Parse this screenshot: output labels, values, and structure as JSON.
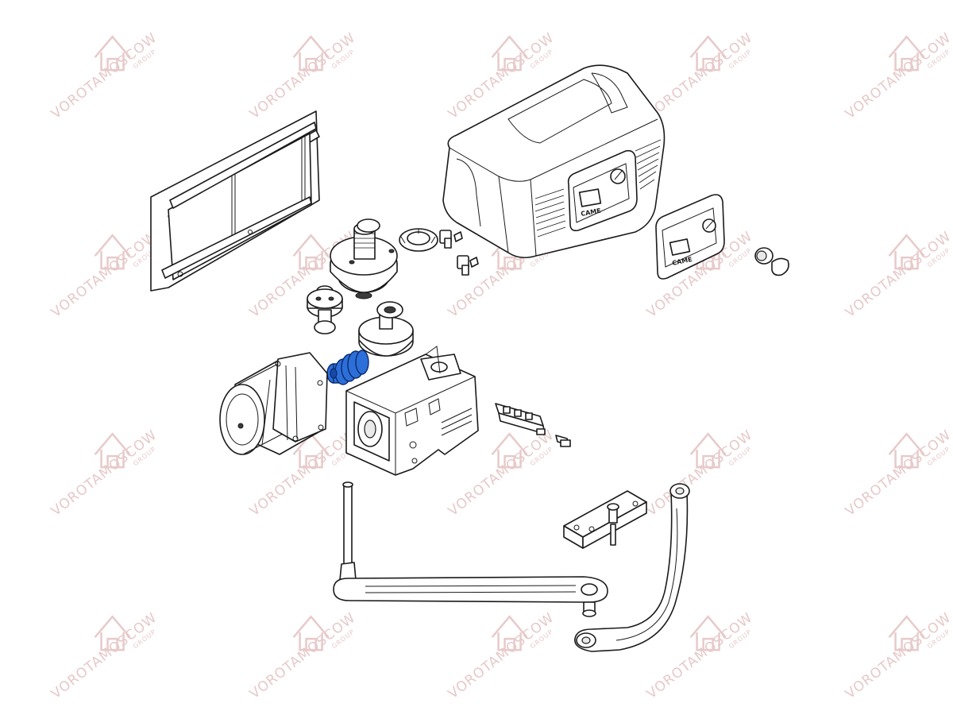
{
  "watermark": {
    "text": "VOROTAMOSCOW",
    "subtext": "GROUP",
    "color": "#e7c9c9"
  },
  "labels": {
    "cover_brand": "CAME",
    "panel_brand": "CAME"
  },
  "highlight_color": "#2d6fd9",
  "parts": [
    "mounting-plate",
    "cover",
    "control-panel",
    "key-cylinder",
    "output-shaft-assembly",
    "lock-ring",
    "limit-switch-cams",
    "bearing-pinion",
    "pinion-gear",
    "worm-screw",
    "motor",
    "gearbox-housing",
    "terminal-board",
    "straight-arm",
    "bracket",
    "curved-arm"
  ]
}
